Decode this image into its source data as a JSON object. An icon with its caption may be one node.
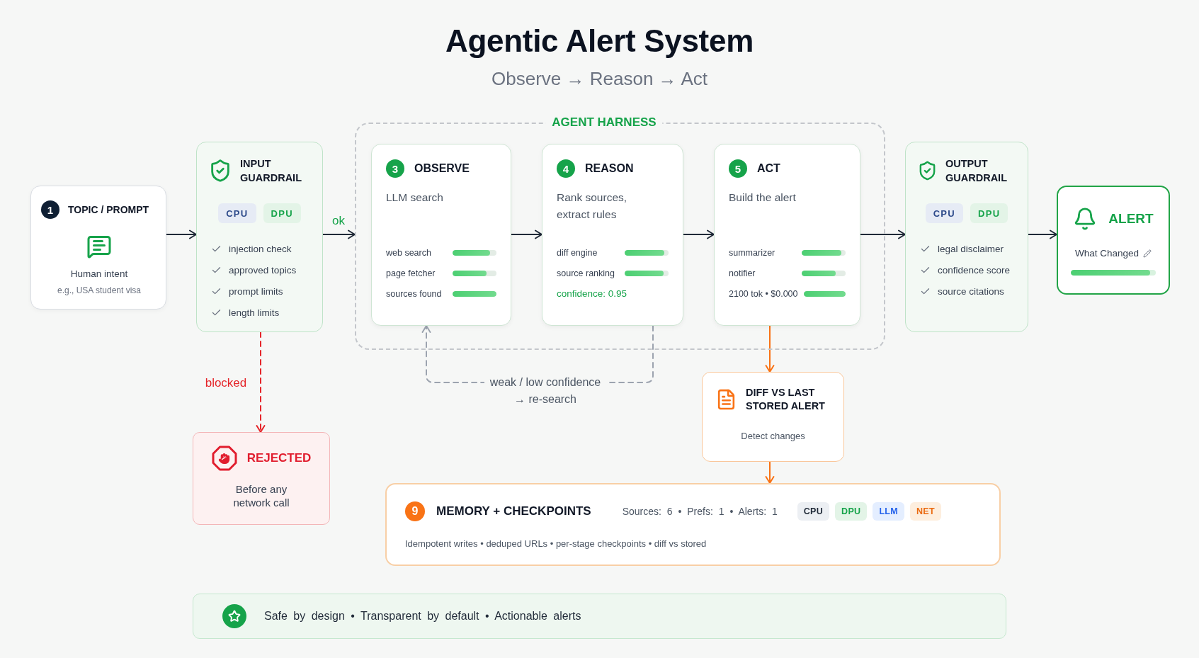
{
  "diagram": {
    "title": "Agentic Alert System",
    "nodes": [
      {
        "text": [
          "1",
          "TOPIC / PROMPT",
          "Human intent",
          "e.g., USA student visa"
        ]
      },
      {
        "text": [
          "INPUT GUARDRAIL",
          "CPU",
          "DPU",
          "injection check",
          "approved topics",
          "prompt limits",
          "length limits"
        ]
      },
      {
        "text": [
          "AGENT HARNESS"
        ]
      },
      {
        "text": [
          "3",
          "OBSERVE",
          "LLM search",
          "web search",
          "page fetcher",
          "sources found"
        ],
        "in": 2
      },
      {
        "text": [
          "4",
          "REASON",
          "Rank sources, extract rules",
          "diff engine",
          "source ranking",
          "confidence: 0.95"
        ],
        "in": 2
      },
      {
        "text": [
          "5",
          "ACT",
          "Build the alert",
          "summarizer",
          "notifier",
          "2100 tok • $0.000"
        ],
        "in": 2
      },
      {
        "text": [
          "OUTPUT GUARDRAIL",
          "CPU",
          "DPU",
          "legal disclaimer",
          "confidence score",
          "source citations"
        ]
      },
      {
        "text": [
          "ALERT",
          "What Changed"
        ]
      },
      {
        "text": [
          "REJECTED",
          "Before any network call"
        ]
      },
      {
        "text": [
          "DIFF VS LAST STORED ALERT",
          "Detect changes"
        ]
      },
      {
        "text": [
          "9",
          "MEMORY + CHECKPOINTS",
          "Sources: 6 • Prefs: 1 • Alerts: 1",
          "CPU",
          "DPU",
          "LLM",
          "NET",
          "Idempotent writes • deduped URLs • per-stage checkpoints • diff vs stored"
        ]
      },
      {
        "text": [
          "Safe by design • Transparent by default • Actionable alerts"
        ]
      }
    ],
    "edges": [
      {
        "from": 0,
        "to": 1,
        "arrow": "to"
      },
      {
        "from": 1,
        "to": 2,
        "arrow": "to",
        "label": "ok"
      },
      {
        "from": 3,
        "to": 4,
        "arrow": "to"
      },
      {
        "from": 4,
        "to": 5,
        "arrow": "to"
      },
      {
        "from": 5,
        "to": 6,
        "arrow": "to"
      },
      {
        "from": 6,
        "to": 7,
        "arrow": "to"
      },
      {
        "from": 1,
        "to": 8,
        "arrow": "to",
        "label": "blocked",
        "style": "dashed",
        "color": "#e5252a"
      },
      {
        "from": 4,
        "to": 3,
        "arrow": "to",
        "label": "weak / low confidence → re-search",
        "style": "dashed",
        "color": "#9ca3af"
      },
      {
        "from": 5,
        "to": 9,
        "arrow": "to",
        "color": "#f97316"
      },
      {
        "from": 9,
        "to": 10,
        "arrow": "to",
        "color": "#f97316"
      }
    ],
    "labels": [
      "Observe → Reason → Act"
    ]
  }
}
